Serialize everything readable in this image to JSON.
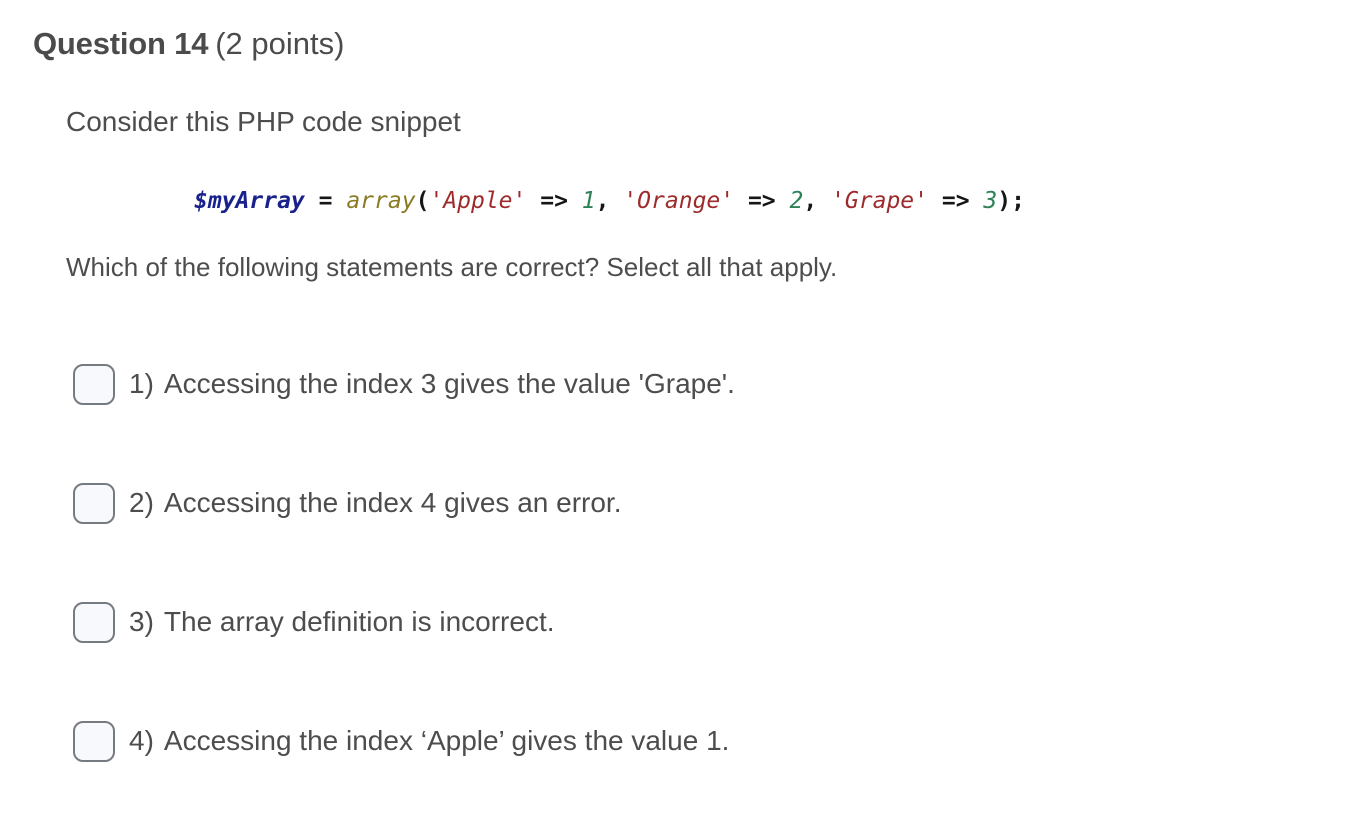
{
  "question": {
    "title": "Question 14",
    "points": "(2 points)"
  },
  "prompt": {
    "intro": "Consider this PHP code snippet",
    "followup": "Which of the following statements are correct? Select all that apply."
  },
  "code": {
    "language": "php",
    "variable": "$myArray",
    "assign": " = ",
    "function": "array",
    "open_paren": "(",
    "pairs": [
      {
        "key": "'Apple'",
        "arrow": " => ",
        "value": "1",
        "separator": ", "
      },
      {
        "key": "'Orange'",
        "arrow": " => ",
        "value": "2",
        "separator": ", "
      },
      {
        "key": "'Grape'",
        "arrow": " => ",
        "value": "3",
        "separator": ""
      }
    ],
    "close": ");",
    "full_text": "$myArray = array('Apple' => 1, 'Orange' => 2, 'Grape' => 3);"
  },
  "options": [
    {
      "index": "1)",
      "label": "Accessing the index 3 gives the value 'Grape'.",
      "checked": false
    },
    {
      "index": "2)",
      "label": "Accessing the index 4 gives an error.",
      "checked": false
    },
    {
      "index": "3)",
      "label": "The array definition is incorrect.",
      "checked": false
    },
    {
      "index": "4)",
      "label": "Accessing the index ‘Apple’ gives the value 1.",
      "checked": false
    }
  ],
  "colors": {
    "text": "#4d4d4d",
    "heading": "#4b4b4b",
    "code_variable": "#19228c",
    "code_function": "#8a7a24",
    "code_string": "#9e2b2b",
    "code_number": "#2e8257",
    "code_punct": "#161616",
    "checkbox_border": "#767b82",
    "checkbox_fill": "#f8f9fd",
    "background": "#ffffff"
  }
}
